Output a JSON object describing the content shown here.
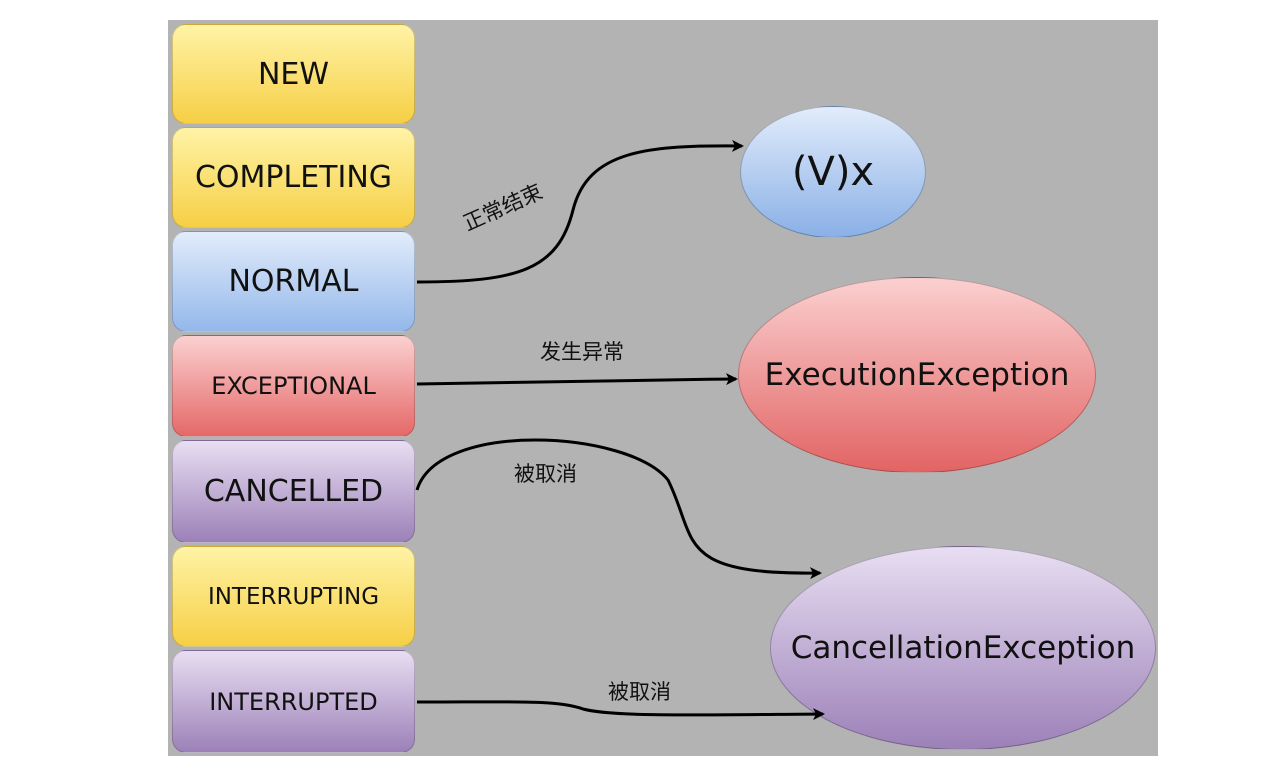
{
  "states": [
    {
      "label": "NEW"
    },
    {
      "label": "COMPLETING"
    },
    {
      "label": "NORMAL"
    },
    {
      "label": "EXCEPTIONAL"
    },
    {
      "label": "CANCELLED"
    },
    {
      "label": "INTERRUPTING"
    },
    {
      "label": "INTERRUPTED"
    }
  ],
  "results": {
    "value": "(V)x",
    "execution_exception": "ExecutionException",
    "cancellation_exception": "CancellationException"
  },
  "edges": {
    "normal_label": "正常结束",
    "exceptional_label": "发生异常",
    "cancelled_label": "被取消",
    "interrupted_label": "被取消"
  },
  "colors": {
    "yellow": "#f6cf45",
    "blue": "#94b8ea",
    "red": "#e56868",
    "purple": "#9c81b8",
    "background": "#b3b3b3"
  }
}
